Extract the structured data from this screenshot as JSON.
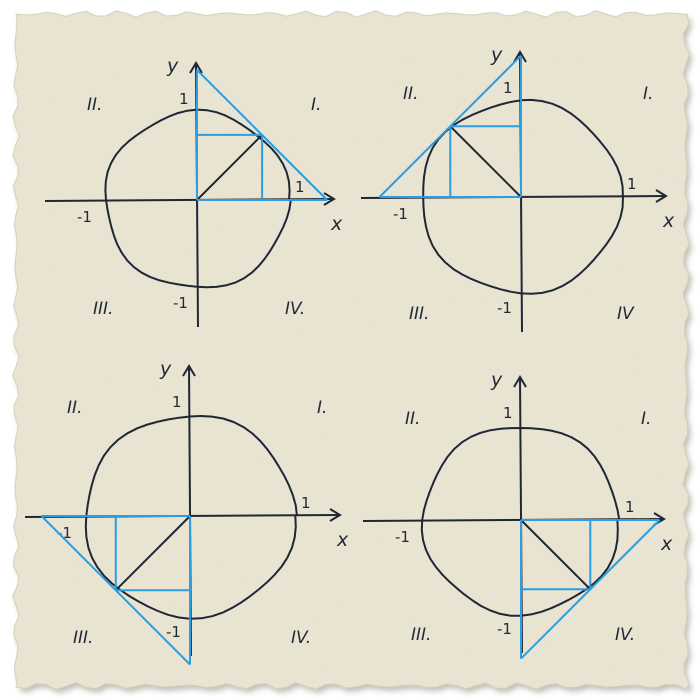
{
  "colors": {
    "paper": "#ede8d6",
    "paper_edge": "#d9d2bb",
    "ink": "#1f2736",
    "construction": "#2b9de0",
    "shadow": "#8e8a7c"
  },
  "axis_names": {
    "x": "x",
    "y": "y"
  },
  "tick_labels": {
    "pos_x": "1",
    "neg_x": "-1",
    "pos_y": "1",
    "neg_y": "-1"
  },
  "panels": [
    {
      "quadrant_labels": {
        "I": "I.",
        "II": "II.",
        "III": "III.",
        "IV": "IV."
      },
      "construction_quadrant": "I",
      "angle_deg": 45
    },
    {
      "quadrant_labels": {
        "I": "I.",
        "II": "II.",
        "III": "III.",
        "IV": "IV"
      },
      "construction_quadrant": "II",
      "angle_deg": 135
    },
    {
      "quadrant_labels": {
        "I": "I.",
        "II": "II.",
        "III": "III.",
        "IV": "IV."
      },
      "construction_quadrant": "III",
      "angle_deg": 225
    },
    {
      "quadrant_labels": {
        "I": "I.",
        "II": "II.",
        "III": "III.",
        "IV": "IV."
      },
      "construction_quadrant": "IV",
      "angle_deg": 315
    }
  ]
}
